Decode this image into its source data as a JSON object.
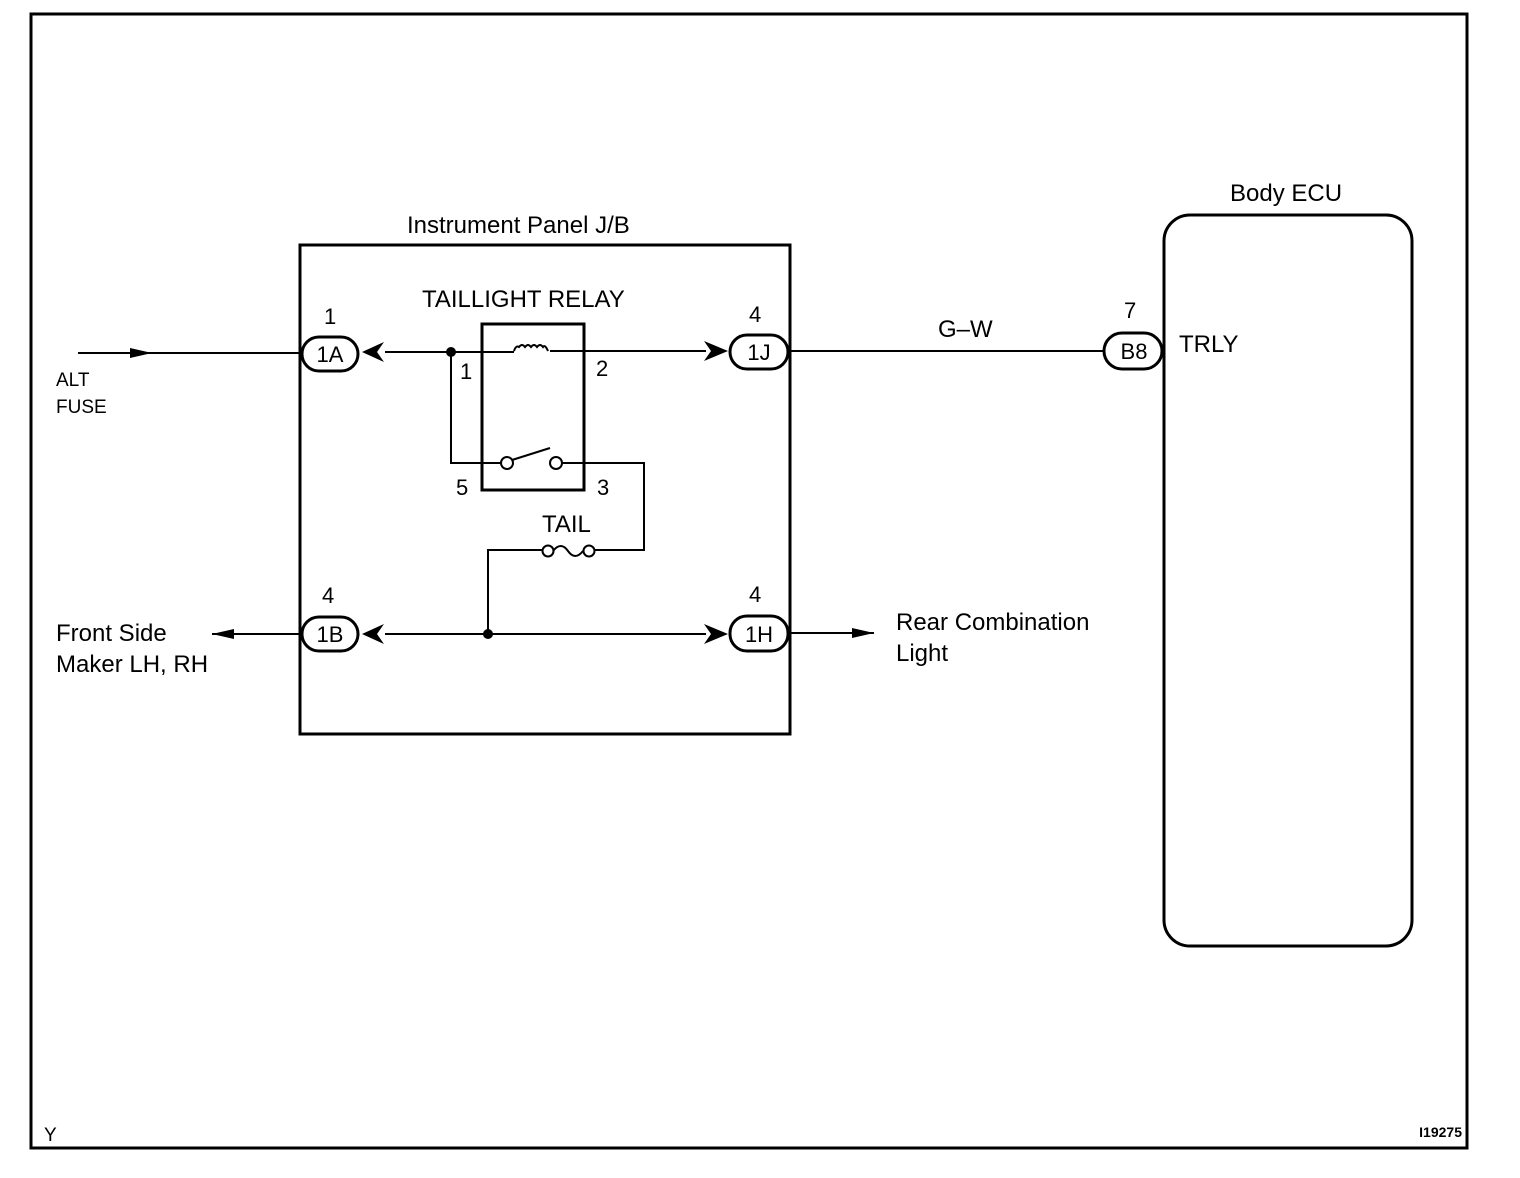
{
  "diagram": {
    "frame_corner_left": "Y",
    "frame_corner_right": "I19275",
    "junction_block": {
      "title": "Instrument Panel J/B",
      "relay_title": "TAILLIGHT RELAY",
      "relay_pins": {
        "p1": "1",
        "p2": "2",
        "p3": "3",
        "p5": "5"
      },
      "fuse_label": "TAIL",
      "connectors": {
        "c1A": {
          "label": "1A",
          "pin": "1"
        },
        "c1J": {
          "label": "1J",
          "pin": "4"
        },
        "c1B": {
          "label": "1B",
          "pin": "4"
        },
        "c1H": {
          "label": "1H",
          "pin": "4"
        }
      }
    },
    "source": {
      "line1": "ALT",
      "line2": "FUSE"
    },
    "front_output": {
      "line1": "Front Side",
      "line2": "Maker LH, RH"
    },
    "rear_output": {
      "line1": "Rear Combination",
      "line2": "Light"
    },
    "wire_color": "G–W",
    "ecu": {
      "title": "Body ECU",
      "connector": {
        "label": "B8",
        "pin": "7"
      },
      "terminal": "TRLY"
    }
  }
}
